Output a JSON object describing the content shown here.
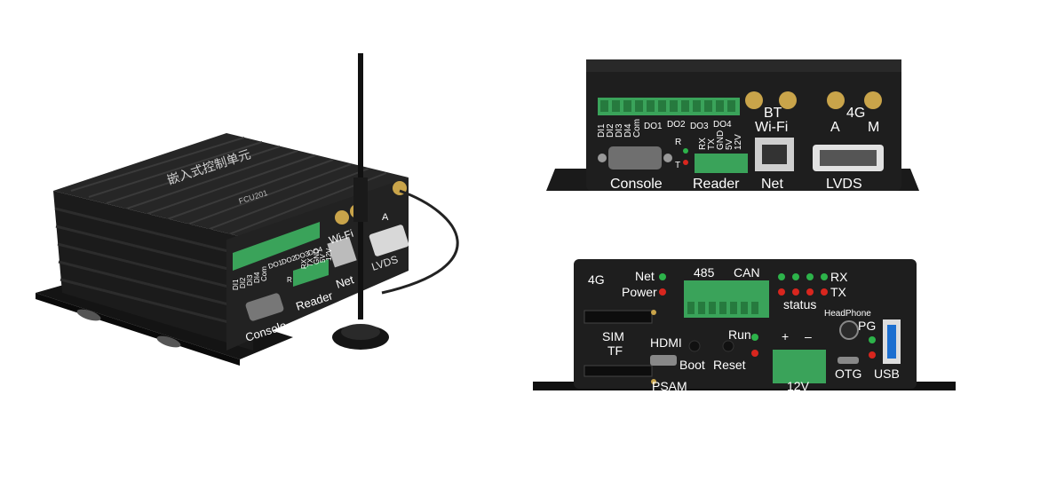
{
  "left_device": {
    "lid_text_cn": "嵌入式控制单元",
    "lid_model": "FCU201",
    "di_labels": [
      "DI1",
      "DI2",
      "DI3",
      "DI4",
      "Com"
    ],
    "do_labels": [
      "DO1",
      "DO2",
      "DO3",
      "DO4"
    ],
    "reader_pins": [
      "RX",
      "TX",
      "GND",
      "5V",
      "12V"
    ],
    "port_labels": {
      "console": "Console",
      "reader": "Reader",
      "net": "Net",
      "wifi": "Wi-Fi",
      "lvds": "LVDS",
      "r": "R",
      "a": "A"
    }
  },
  "front_panel": {
    "di_labels": [
      "DI1",
      "DI2",
      "DI3",
      "DI4",
      "Com"
    ],
    "do_labels": [
      "DO1",
      "DO2",
      "DO3",
      "DO4"
    ],
    "reader_pins": [
      "RX",
      "TX",
      "GND",
      "5V",
      "12V"
    ],
    "led_labels": {
      "r": "R",
      "t": "T"
    },
    "antenna_labels": {
      "bt": "BT",
      "wifi": "Wi-Fi",
      "4g": "4G",
      "a": "A",
      "m": "M"
    },
    "port_labels": {
      "console": "Console",
      "reader": "Reader",
      "net": "Net",
      "lvds": "LVDS"
    }
  },
  "rear_panel": {
    "labels": {
      "4g": "4G",
      "net": "Net",
      "power": "Power",
      "sim": "SIM",
      "tf": "TF",
      "psam": "PSAM",
      "485": "485",
      "can": "CAN",
      "hdmi": "HDMI",
      "boot": "Boot",
      "reset": "Reset",
      "run": "Run",
      "status": "status",
      "rx": "RX",
      "tx": "TX",
      "headphone": "HeadPhone",
      "pg": "PG",
      "otg": "OTG",
      "usb": "USB",
      "plus": "+",
      "minus": "–",
      "12v": "12V"
    }
  },
  "colors": {
    "housing": "#1e1e1e",
    "terminal": "#3aa35a",
    "led_green": "#2db34a",
    "led_red": "#d8261e",
    "gold": "#c9a44a"
  }
}
